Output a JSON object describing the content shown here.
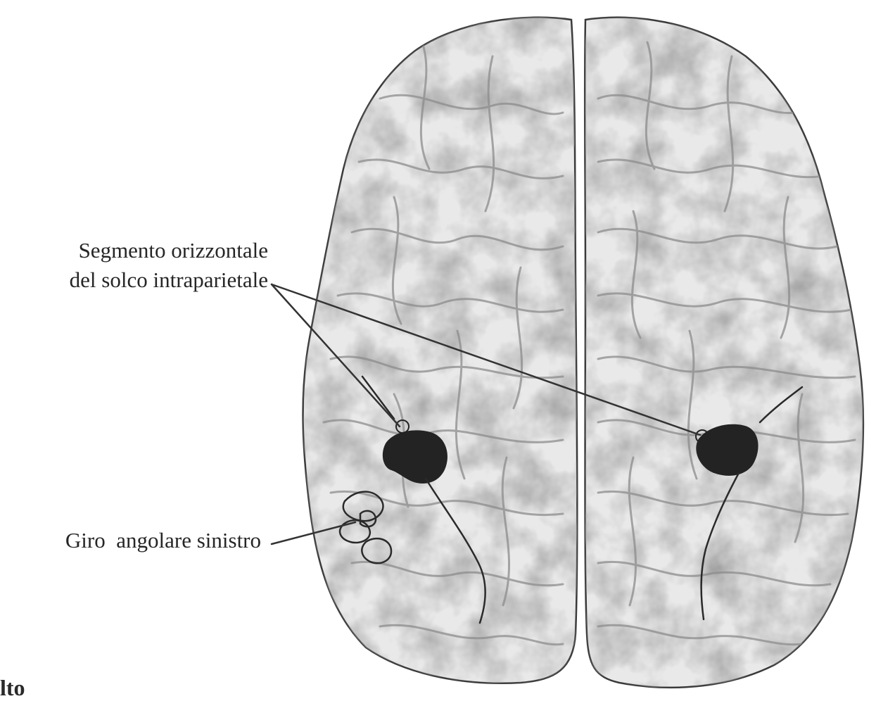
{
  "labels": {
    "ips_line1": "Segmento orizzontale",
    "ips_line2": "del solco intraparietale",
    "angular_gyrus": "Giro  angolare sinistro",
    "corner_fragment": "lto"
  },
  "colors": {
    "background": "#ffffff",
    "brain_fill": "#e9e9e9",
    "brain_outline": "#3a3a3a",
    "gyri_shadow": "#8c8c8c",
    "highlight_region": "#232323",
    "leader_line": "#333333",
    "label_text": "#262626"
  },
  "icons": {
    "brain": "brain-top-view-illustration"
  }
}
